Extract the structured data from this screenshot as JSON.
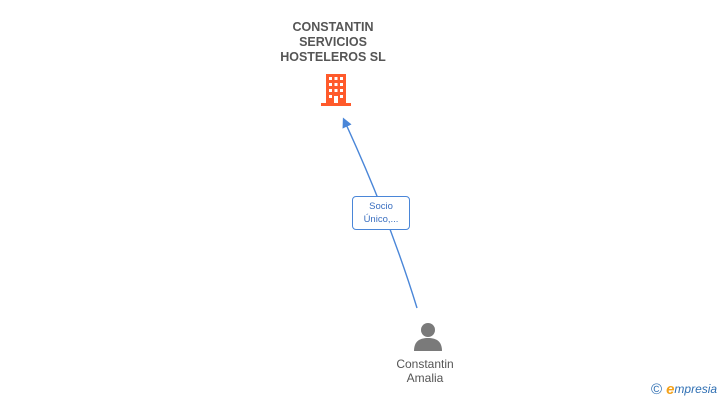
{
  "company": {
    "name_lines": [
      "CONSTANTIN",
      "SERVICIOS",
      "HOSTELEROS SL"
    ],
    "icon": "building-icon",
    "icon_color": "#ff5a2b"
  },
  "relation": {
    "label_lines": [
      "Socio",
      "Único,..."
    ],
    "color": "#4a86d8"
  },
  "person": {
    "name_lines": [
      "Constantin",
      "Amalia"
    ],
    "icon": "person-icon",
    "icon_color": "#7a7a7a"
  },
  "watermark": {
    "symbol": "©",
    "brand_initial": "e",
    "brand_rest": "mpresia"
  }
}
